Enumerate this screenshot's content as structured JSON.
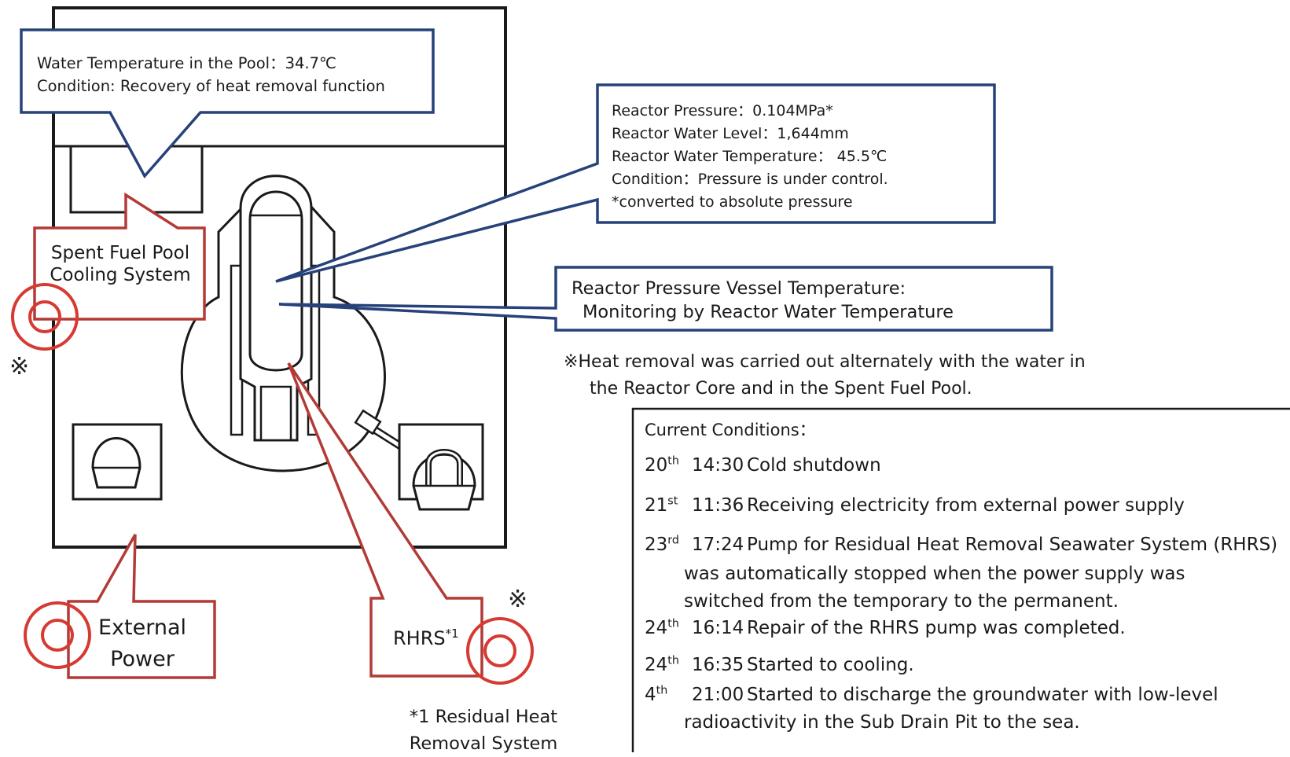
{
  "callouts": {
    "pool": {
      "line1": "Water Temperature in the Pool：34.7℃",
      "line2": "Condition: Recovery of heat removal function"
    },
    "reactor": {
      "line1": "Reactor Pressure：0.104MPa*",
      "line2": "Reactor Water Level：1,644mm",
      "line3": "Reactor Water Temperature： 45.5℃",
      "line4": "Condition：Pressure is under control.",
      "line5": "*converted to absolute pressure"
    },
    "rpv": {
      "line1": "Reactor Pressure Vessel Temperature:",
      "line2": "Monitoring by Reactor Water Temperature"
    }
  },
  "note": {
    "mark": "※",
    "line1": "Heat removal was carried out alternately with the water in",
    "line2": "the Reactor Core and in the Spent Fuel Pool."
  },
  "labels": {
    "spent_fuel_pool": "Spent Fuel Pool Cooling System",
    "external_power": "External Power",
    "rhrs": "RHRS",
    "rhrs_footnote_ref": "*1",
    "footnote": "*1 Residual Heat Removal System",
    "mark_left": "※",
    "mark_right": "※"
  },
  "conditions": {
    "title": "Current Conditions：",
    "entries": [
      {
        "day": "20",
        "suffix": "th",
        "time": "14:30",
        "lines": [
          "Cold shutdown"
        ]
      },
      {
        "day": "21",
        "suffix": "st",
        "time": "11:36",
        "lines": [
          "Receiving electricity from external power supply"
        ]
      },
      {
        "day": "23",
        "suffix": "rd",
        "time": "17:24",
        "lines": [
          "Pump for Residual Heat Removal Seawater System (RHRS)",
          "was automatically stopped when the power supply was",
          "switched from the temporary to the permanent."
        ]
      },
      {
        "day": "24",
        "suffix": "th",
        "time": "16:14",
        "lines": [
          "Repair of the RHRS pump was completed."
        ]
      },
      {
        "day": "24",
        "suffix": "th",
        "time": "16:35",
        "lines": [
          "Started to cooling."
        ]
      },
      {
        "day": "4",
        "suffix": "th",
        "time": "21:00",
        "lines": [
          "Started to discharge the groundwater with low-level",
          "radioactivity in the Sub Drain Pit to the sea."
        ]
      }
    ]
  },
  "colors": {
    "callout_blue": "#27427a",
    "callout_red": "#b33a36",
    "circle_red": "#d63a32",
    "line_black": "#1a1a1a"
  }
}
